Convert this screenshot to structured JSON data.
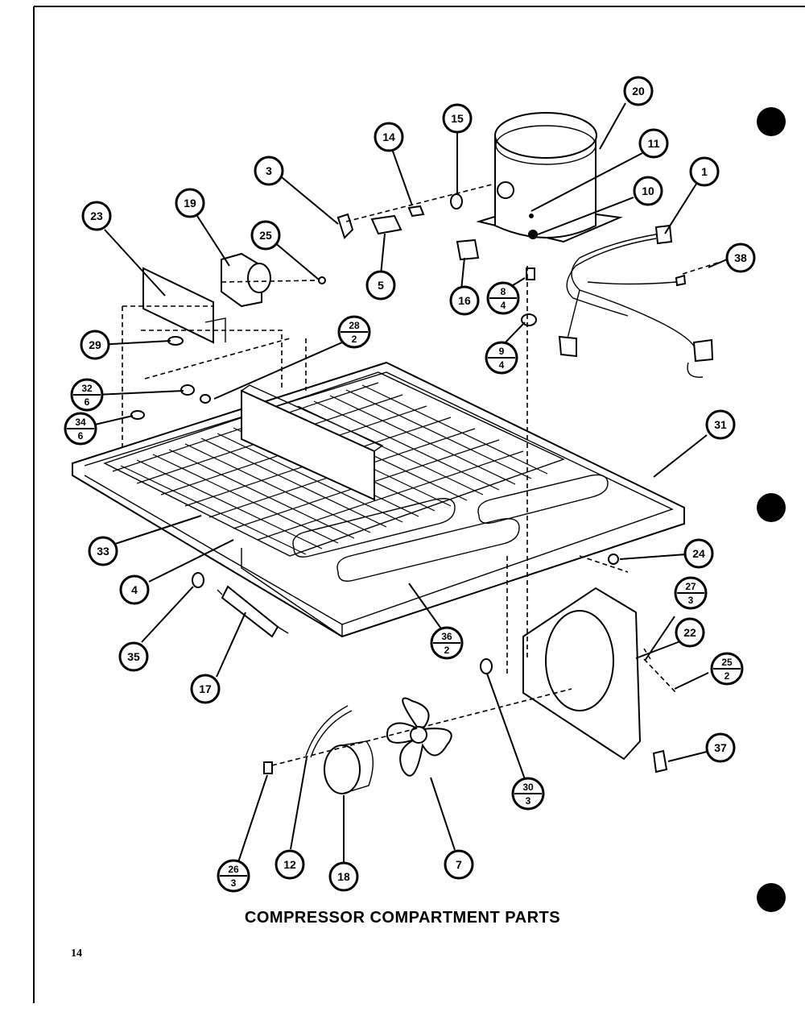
{
  "title": "COMPRESSOR COMPARTMENT PARTS",
  "page_number": "14",
  "callouts": [
    {
      "label": "20"
    },
    {
      "label": "15"
    },
    {
      "label": "14"
    },
    {
      "label": "11"
    },
    {
      "label": "3"
    },
    {
      "label": "10"
    },
    {
      "label": "1"
    },
    {
      "label": "23"
    },
    {
      "label": "19"
    },
    {
      "label": "25"
    },
    {
      "label": "38"
    },
    {
      "label": "5"
    },
    {
      "label": "16"
    },
    {
      "label": "29"
    },
    {
      "label": "31"
    },
    {
      "label": "33"
    },
    {
      "label": "24"
    },
    {
      "label": "4"
    },
    {
      "label": "35"
    },
    {
      "label": "22"
    },
    {
      "label": "17"
    },
    {
      "label": "37"
    },
    {
      "label": "12"
    },
    {
      "label": "18"
    },
    {
      "label": "7"
    }
  ],
  "fraction_callouts": [
    {
      "top": "8",
      "bottom": "4"
    },
    {
      "top": "28",
      "bottom": "2"
    },
    {
      "top": "9",
      "bottom": "4"
    },
    {
      "top": "32",
      "bottom": "6"
    },
    {
      "top": "34",
      "bottom": "6"
    },
    {
      "top": "27",
      "bottom": "3"
    },
    {
      "top": "36",
      "bottom": "2"
    },
    {
      "top": "25",
      "bottom": "2"
    },
    {
      "top": "30",
      "bottom": "3"
    },
    {
      "top": "26",
      "bottom": "3"
    }
  ]
}
